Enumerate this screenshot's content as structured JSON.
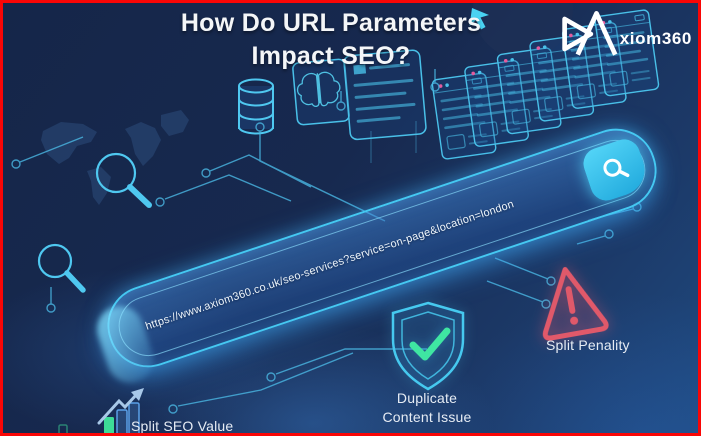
{
  "title": {
    "line1": "How Do URL Parameters",
    "line2": "Impact SEO?"
  },
  "logo": {
    "brand_text": "xiom360"
  },
  "search_bar": {
    "url": "https://www.axiom360.co.uk/seo-services?service=on-page&location=london"
  },
  "callouts": {
    "split_seo_value": {
      "label": "Split SEO Value"
    },
    "duplicate_content": {
      "label_line1": "Duplicate",
      "label_line2": "Content Issue"
    },
    "split_penalty": {
      "label": "Split Penality"
    }
  },
  "icons": {
    "logo_mark_icon": "stylized-A-play-triangle",
    "cursor_icon": "arrow-cursor",
    "search_icon": "magnifying-glass",
    "shield_check_icon": "shield-with-checkmark",
    "warning_triangle_icon": "exclamation-triangle",
    "growth_chart_icon": "bar-chart-with-rising-arrow",
    "magnifier_outline_icon": "magnifying-glass-outline",
    "database_icon": "database-cylinder",
    "brain_card_icon": "ai-brain-card",
    "document_card_icon": "document-list-card",
    "browser_windows_icon": "stacked-browser-windows",
    "world_map_icon": "world-map-silhouette"
  },
  "colors": {
    "background_dark": "#16284d",
    "background_light": "#1f4a80",
    "frame_border": "#f90606",
    "accent_cyan": "#45c8f2",
    "button_cyan": "#2fc3ef",
    "success_green": "#3fe6a2",
    "warning_red": "#e0596a",
    "text_primary": "#f2f5f9"
  }
}
